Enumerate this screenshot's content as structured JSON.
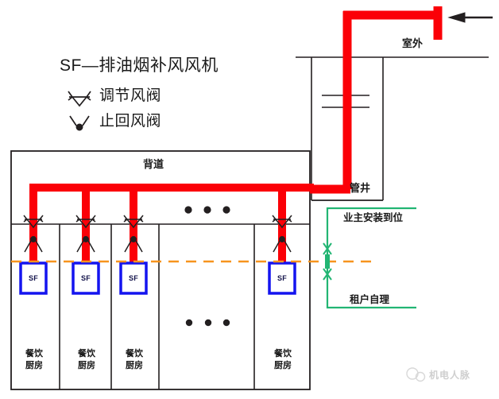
{
  "diagram": {
    "legend": {
      "title": "SF—排油烟补风风机",
      "items": [
        {
          "symbol": "damper-icon",
          "label": "调节风阀"
        },
        {
          "symbol": "check-valve-icon",
          "label": "止回风阀"
        }
      ]
    },
    "labels": {
      "outdoor": "室外",
      "shaft": "管井",
      "corridor": "背道",
      "owner_scope": "业主安装到位",
      "tenant_scope": "租户自理"
    },
    "rooms": [
      {
        "name": "餐饮厨房",
        "fan": "SF"
      },
      {
        "name": "餐饮厨房",
        "fan": "SF"
      },
      {
        "name": "餐饮厨房",
        "fan": "SF"
      },
      {
        "name": "",
        "fan": ""
      },
      {
        "name": "餐饮厨房",
        "fan": "SF"
      }
    ],
    "ellipsis_marks": [
      "●",
      "●",
      "●"
    ],
    "watermark": "机电人脉",
    "colors": {
      "duct": "#fb0007",
      "fan_box": "#1414ef",
      "scope_bracket": "#22b573",
      "boundary_dash": "#f7941e",
      "outline": "#231f20"
    }
  }
}
